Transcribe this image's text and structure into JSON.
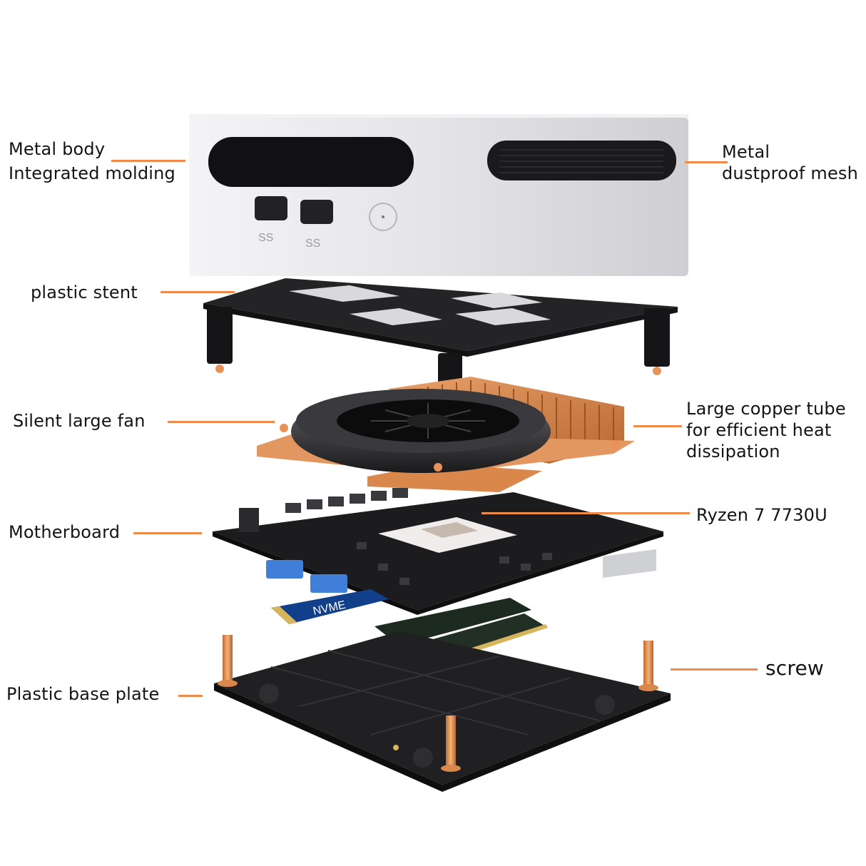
{
  "labels": {
    "metal_body": {
      "line1": "Metal body",
      "line2": "Integrated molding"
    },
    "dustproof_mesh": {
      "line1": "Metal",
      "line2": "dustproof mesh"
    },
    "plastic_stent": "plastic stent",
    "fan": "Silent large fan",
    "copper_tube": {
      "line1": "Large copper tube",
      "line2": "for efficient heat",
      "line3": "dissipation"
    },
    "motherboard": "Motherboard",
    "cpu": "Ryzen 7 7730U",
    "base_plate": "Plastic base plate",
    "screw": "screw"
  },
  "case_marks": {
    "usb_port_1": "SS",
    "usb_port_2": "SS"
  },
  "components": {
    "ssd_label": "NVME",
    "usb_ports": 2
  },
  "colors": {
    "leader": "#f08a4b",
    "copper": "#d98a4e",
    "chassis": "#e9e9eb",
    "plastic": "#1e1e1e"
  }
}
